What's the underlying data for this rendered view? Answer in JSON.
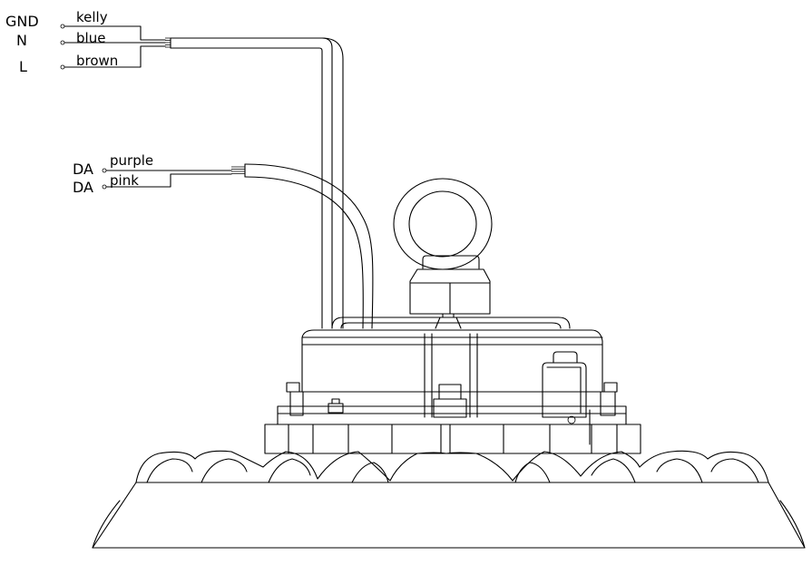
{
  "power_terminals": [
    {
      "id": "gnd",
      "terminal": "GND",
      "wire": "kelly"
    },
    {
      "id": "n",
      "terminal": "N",
      "wire": "blue"
    },
    {
      "id": "l",
      "terminal": "L",
      "wire": "brown"
    }
  ],
  "dimming_terminals": [
    {
      "id": "da1",
      "terminal": "DA",
      "wire": "purple"
    },
    {
      "id": "da2",
      "terminal": "DA",
      "wire": "pink"
    }
  ]
}
